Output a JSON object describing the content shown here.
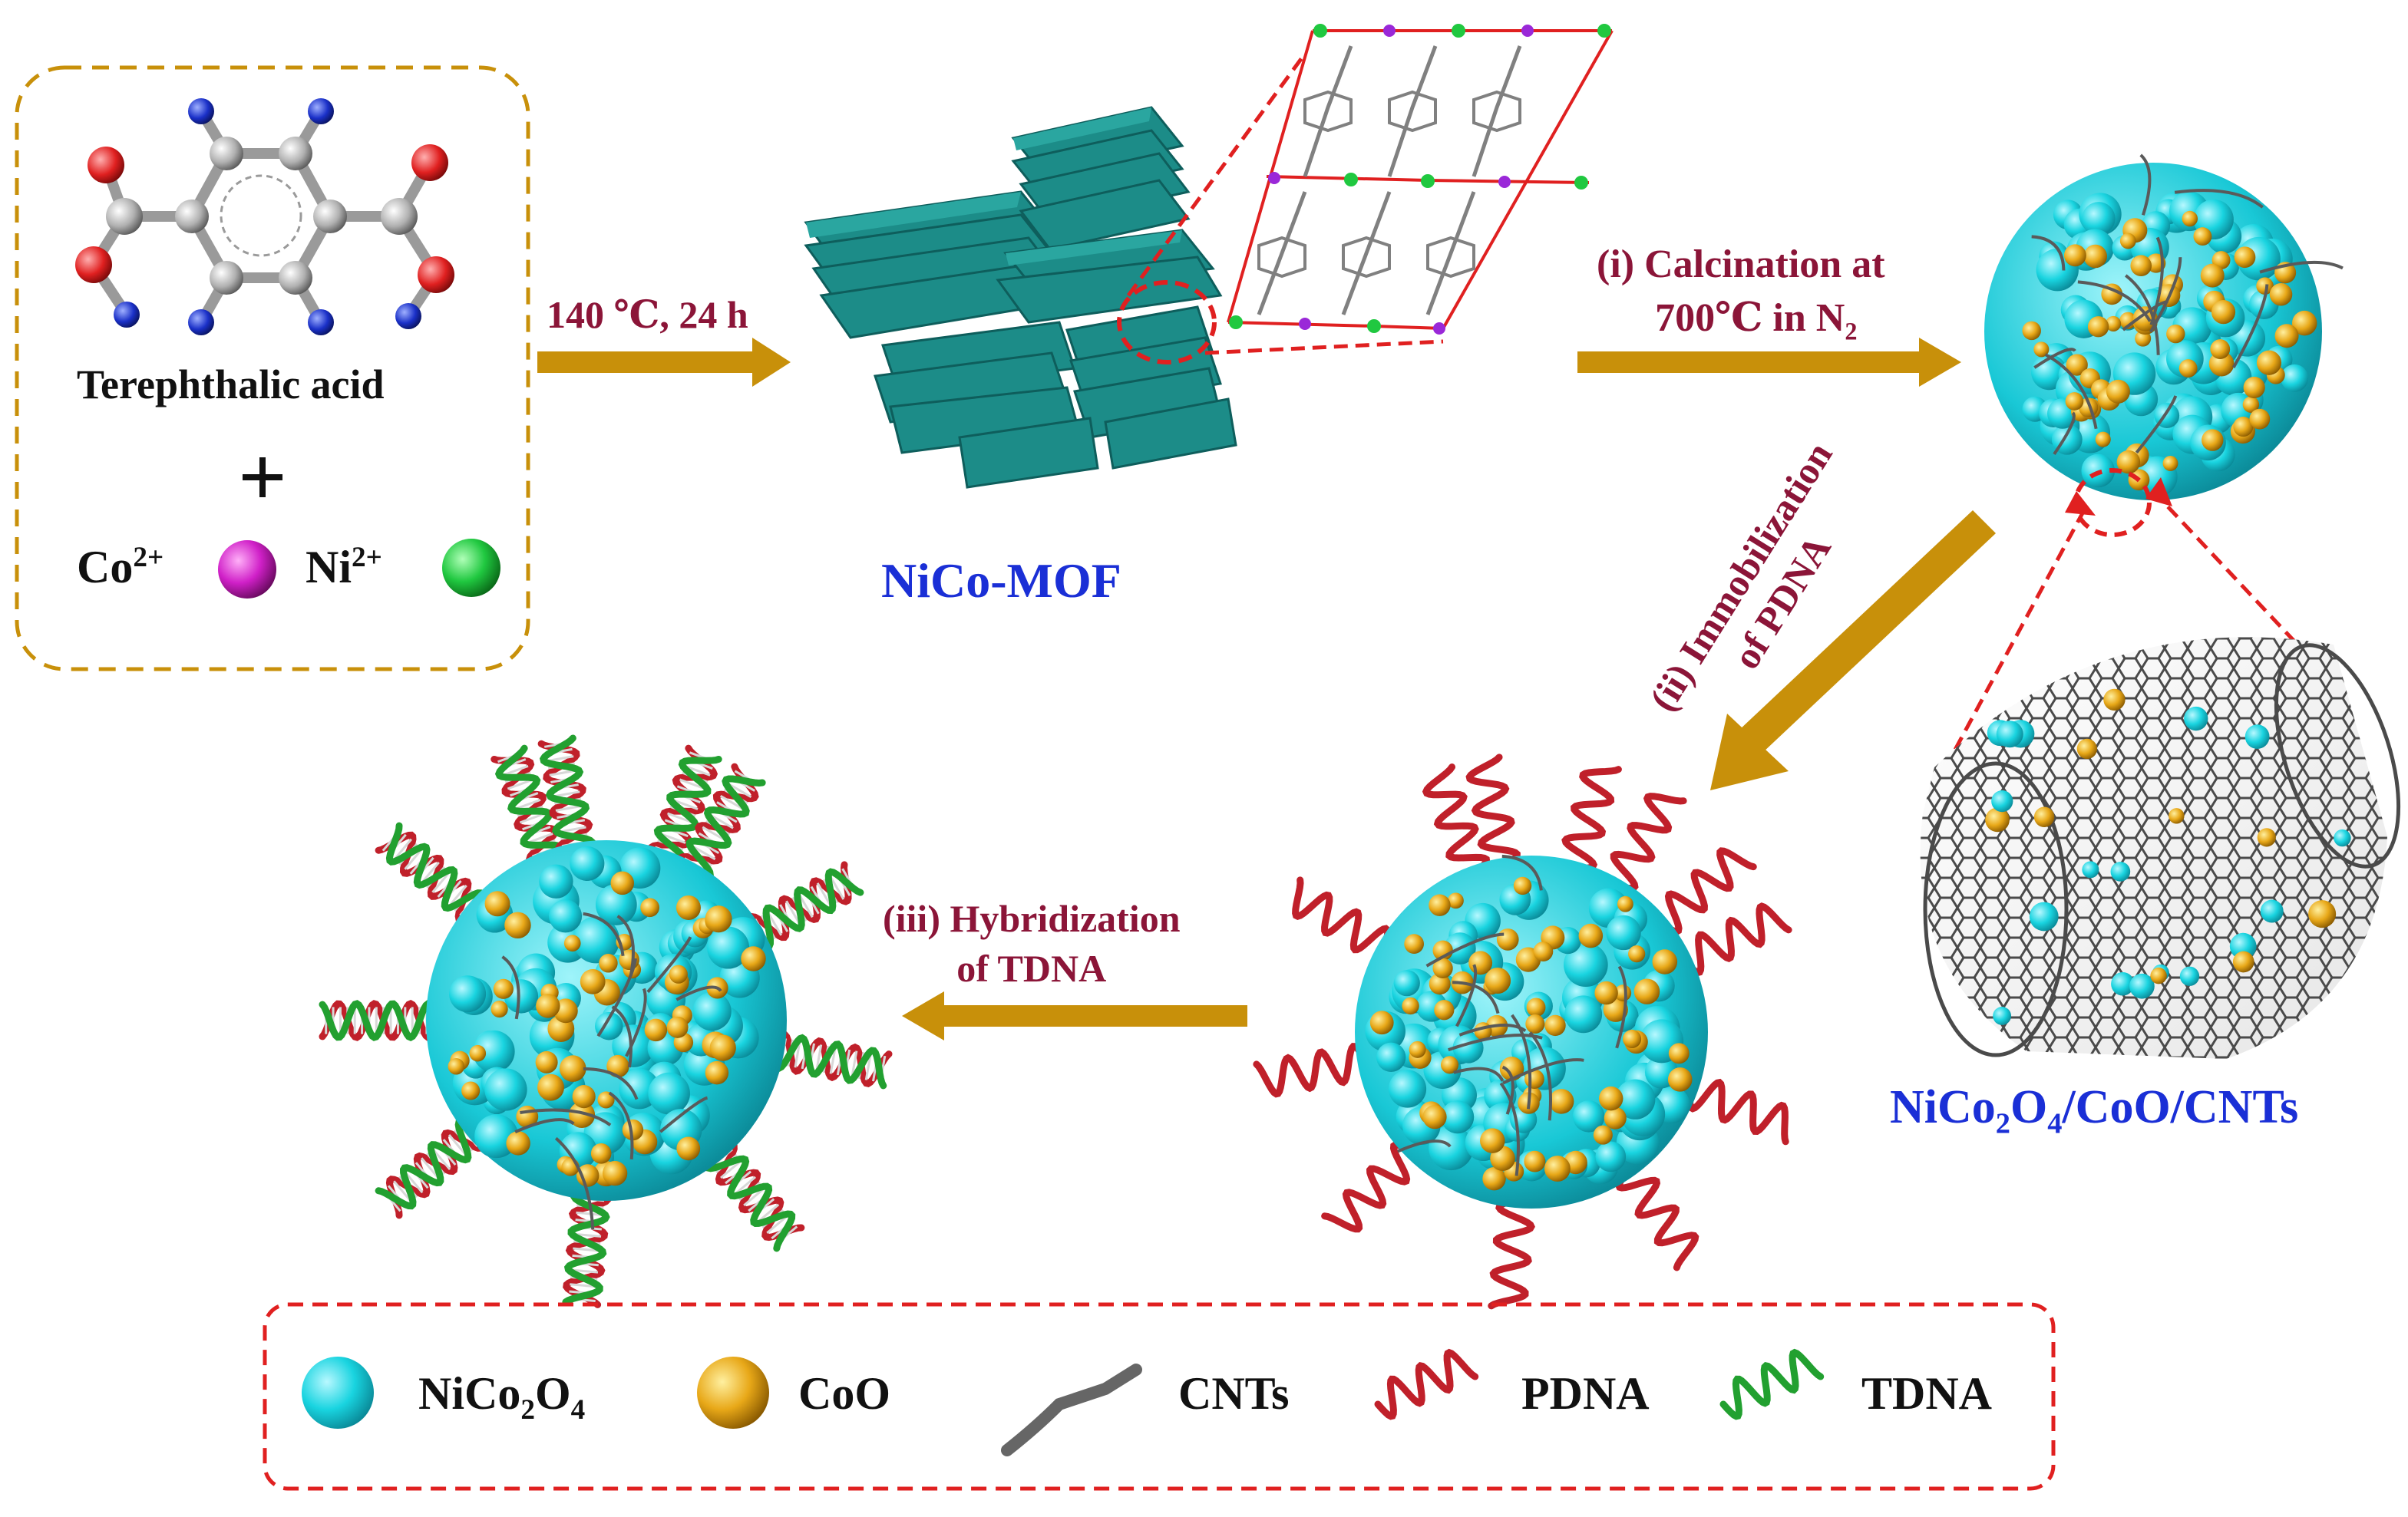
{
  "reactants": {
    "molecule": "Terephthalic acid",
    "plus": "+",
    "co_label": "Co",
    "co_charge": "2+",
    "ni_label": "Ni",
    "ni_charge": "2+"
  },
  "step_synthesis": "140 ℃, 24 h",
  "mof_label": "NiCo-MOF",
  "step_i": {
    "line1": "(i) Calcination at",
    "line2a": "700℃ in N",
    "line2_sub": "2"
  },
  "step_ii": {
    "line1": "(ii) Immobilization",
    "line2": "of PDNA"
  },
  "step_iii": {
    "line1": "(iii) Hybridization",
    "line2": "of TDNA"
  },
  "composite_label": {
    "p1": "NiCo",
    "s1": "2",
    "p2": "O",
    "s2": "4",
    "p3": "/CoO/CNTs"
  },
  "legend": {
    "nico2o4": {
      "p1": "NiCo",
      "s1": "2",
      "p2": "O",
      "s2": "4"
    },
    "coo": "CoO",
    "cnts": "CNTs",
    "pdna": "PDNA",
    "tdna": "TDNA"
  },
  "colors": {
    "nico2o4": "#19d4e0",
    "coo": "#e8a818",
    "cnt": "#5a5a5a",
    "pdna": "#c0202a",
    "tdna": "#22a030",
    "arrow": "#c8900a",
    "frame_gold": "#c8900a",
    "frame_red": "#e02020",
    "mof_teal": "#1c8c88",
    "co_ion": "#d020c8",
    "ni_ion": "#20c840",
    "oxygen": "#e02020",
    "hydrogen": "#1a30c8",
    "carbon": "#a0a0a0"
  }
}
